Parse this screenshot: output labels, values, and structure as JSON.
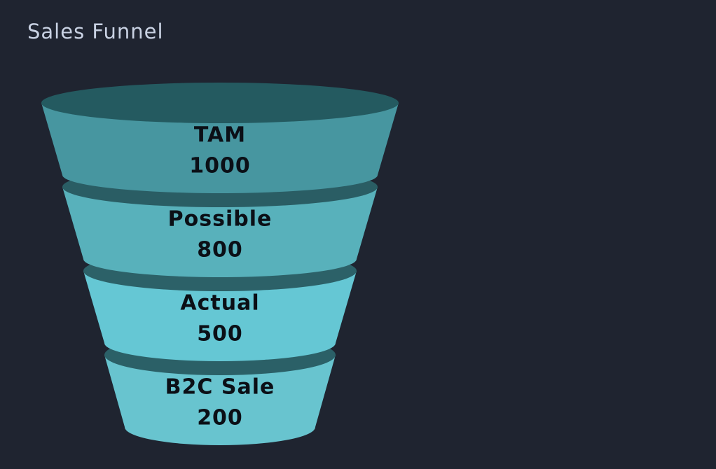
{
  "title": "Sales Funnel",
  "chart_data": {
    "type": "funnel",
    "title": "Sales Funnel",
    "categories": [
      "TAM",
      "Possible",
      "Actual",
      "B2C Sale"
    ],
    "values": [
      1000,
      800,
      500,
      200
    ],
    "colors": {
      "segments": [
        "#4796a0",
        "#58b1bb",
        "#65c7d4",
        "#68c4cf"
      ],
      "rims": [
        "#245a60",
        "#2a5d64",
        "#2c6168",
        "#2b6067"
      ],
      "background": "#1f2430",
      "title_text": "#c9d2e3",
      "label_text": "#0b0f16"
    }
  }
}
